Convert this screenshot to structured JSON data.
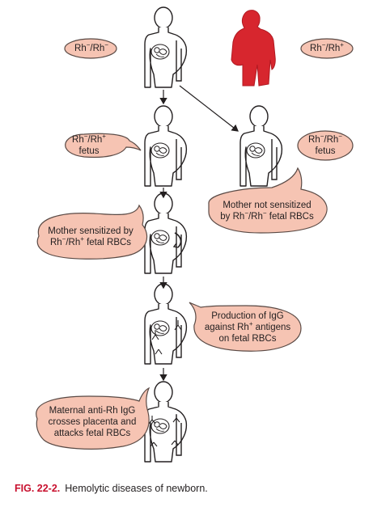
{
  "colors": {
    "bubble_fill": "#f6c4b3",
    "bubble_stroke": "#5a4a45",
    "father_red": "#d7262e",
    "figure_stroke": "#231f20",
    "caption_accent": "#c8102e"
  },
  "labels": {
    "mother_genotype": {
      "a": "Rh",
      "b": "/Rh",
      "sup1": "−",
      "sup2": "−"
    },
    "father_genotype": {
      "a": "Rh",
      "b": "/Rh",
      "sup1": "−",
      "sup2": "+"
    },
    "fetus_positive": {
      "a": "Rh",
      "b": "/Rh",
      "sup1": "−",
      "sup2": "+",
      "line2": "fetus"
    },
    "fetus_negative": {
      "a": "Rh",
      "b": "/Rh",
      "sup1": "−",
      "sup2": "−",
      "line2": "fetus"
    },
    "not_sensitized": {
      "line1": "Mother not sensitized",
      "pre": "by Rh",
      "sup1": "−",
      "mid": "/Rh",
      "sup2": "−",
      "post": " fetal RBCs"
    },
    "sensitized": {
      "line1": "Mother sensitized by",
      "pre": "Rh",
      "sup1": "−",
      "mid": "/Rh",
      "sup2": "+",
      "post": " fetal RBCs"
    },
    "igg_production": {
      "line1": "Production of IgG",
      "pre": "against Rh",
      "sup1": "+",
      "post": " antigens",
      "line3": "on fetal RBCs"
    },
    "anti_rh": {
      "line1": "Maternal anti-Rh IgG",
      "line2": "crosses placenta and",
      "line3": "attacks fetal RBCs"
    }
  },
  "caption": {
    "figure_number": "FIG. 22-2.",
    "text": "Hemolytic diseases of newborn."
  }
}
